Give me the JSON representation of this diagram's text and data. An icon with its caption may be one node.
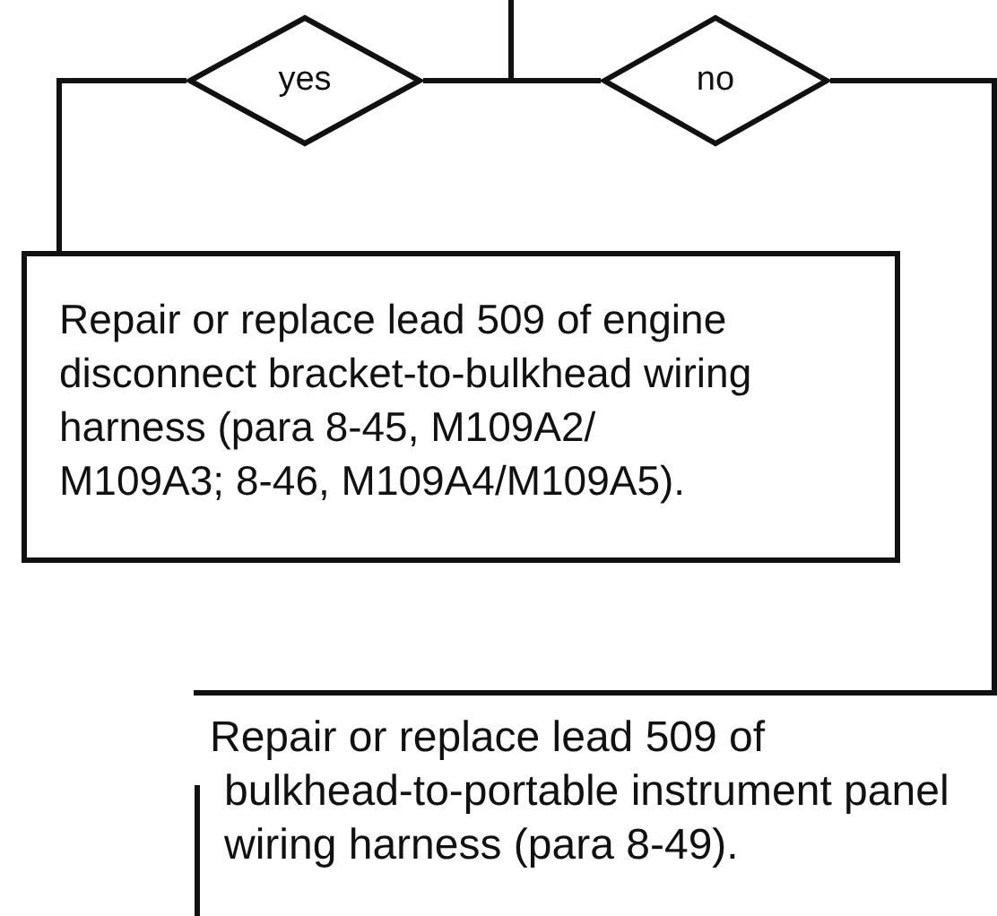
{
  "diagram": {
    "nodes": [
      {
        "text": [
          "yes"
        ]
      },
      {
        "text": [
          "no"
        ]
      },
      {
        "text": [
          "Repair or replace lead 509 of engine disconnect bracket-to-bulkhead wiring harness (para 8-45, M109A2/ M109A3; 8-46, M109A4/M109A5)."
        ]
      },
      {
        "text": [
          "Repair or replace lead 509 of bulkhead-to-portable instrument panel wiring harness (para 8-49)."
        ]
      }
    ],
    "edges": [
      {
        "from": null,
        "to": 0,
        "arrow": "none"
      },
      {
        "from": null,
        "to": 1,
        "arrow": "none"
      },
      {
        "from": 0,
        "to": 2,
        "arrow": "none"
      },
      {
        "from": 1,
        "to": 3,
        "arrow": "none"
      }
    ]
  }
}
